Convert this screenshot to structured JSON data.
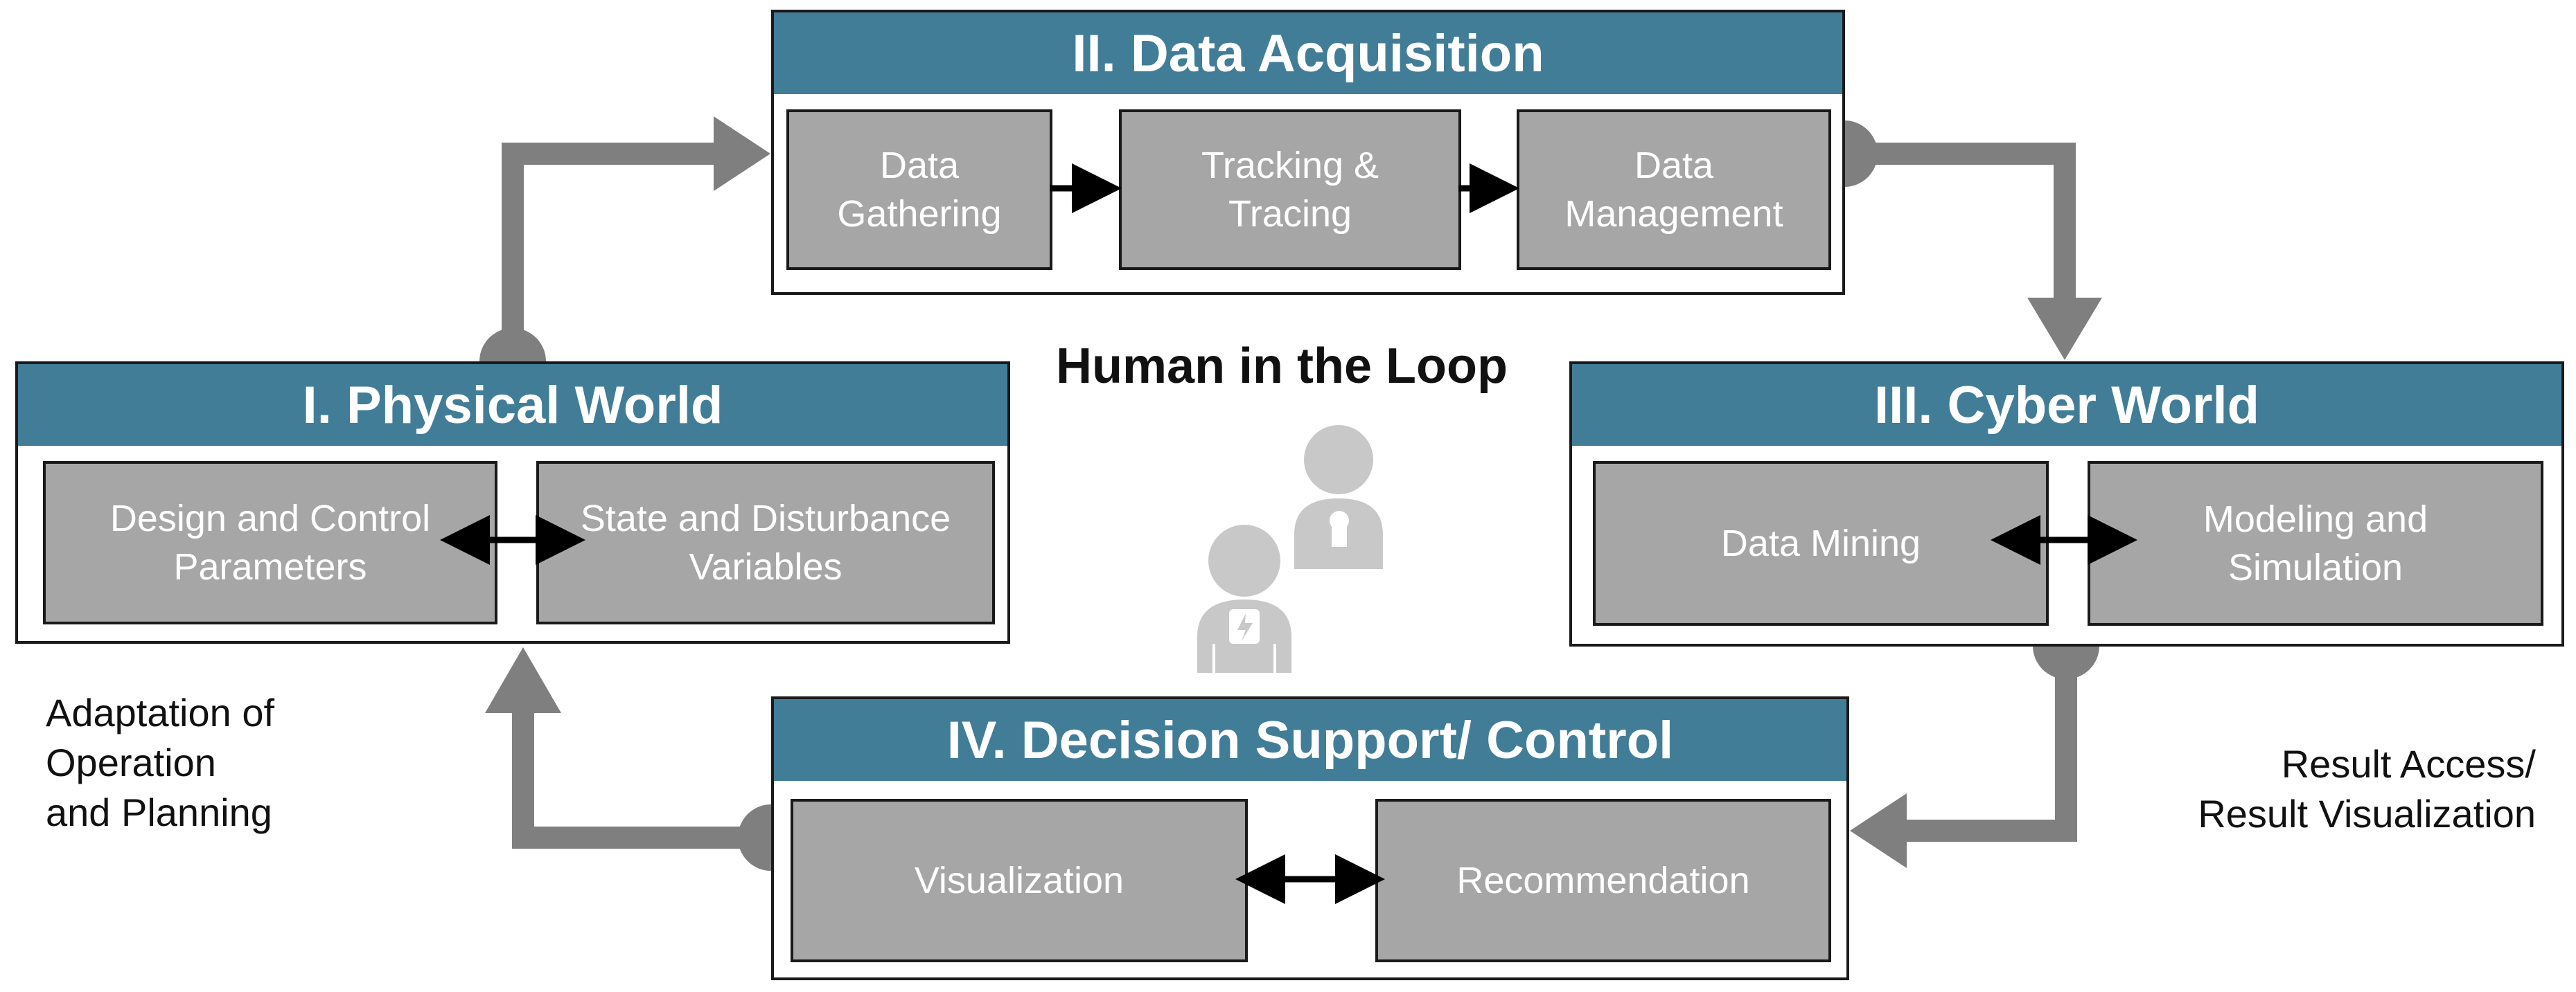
{
  "human_label": "Human in the Loop",
  "panels": {
    "physical": {
      "title": "I. Physical World",
      "box_left": "Design and Control\nParameters",
      "box_right": "State and Disturbance\nVariables"
    },
    "acquisition": {
      "title": "II. Data Acquisition",
      "box_1": "Data\nGathering",
      "box_2": "Tracking &\nTracing",
      "box_3": "Data\nManagement"
    },
    "cyber": {
      "title": "III. Cyber World",
      "box_left": "Data Mining",
      "box_right": "Modeling and\nSimulation"
    },
    "decision": {
      "title": "IV. Decision Support/ Control",
      "box_left": "Visualization",
      "box_right": "Recommendation"
    }
  },
  "side_labels": {
    "left": "Adaptation of\nOperation\nand Planning",
    "right": "Result Access/\nResult Visualization"
  },
  "colors": {
    "header": "#427d98",
    "box": "#a6a6a6",
    "flow_arrow": "#7f7f7f",
    "human_icon": "#c8c8c8"
  }
}
